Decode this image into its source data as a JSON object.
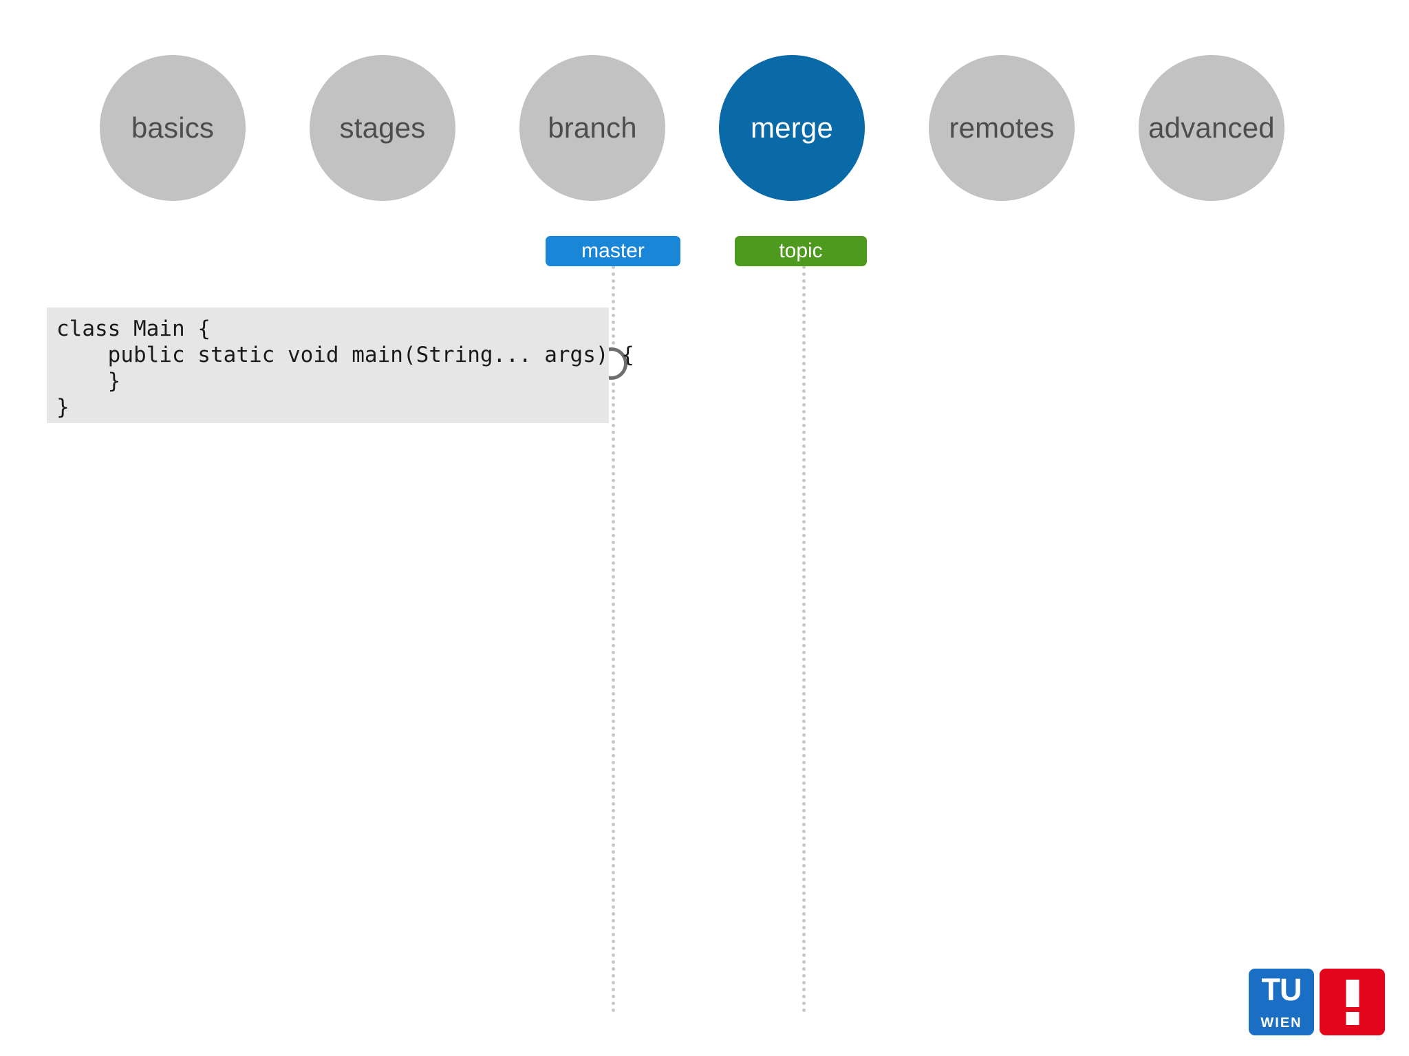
{
  "slide": {
    "topic_title": "merge",
    "background_color": "#ffffff"
  },
  "nav": {
    "active_color": "#0a6aa8",
    "inactive_color": "#c2c2c2",
    "items": [
      {
        "label": "basics",
        "active": false
      },
      {
        "label": "stages",
        "active": false
      },
      {
        "label": "branch",
        "active": false
      },
      {
        "label": "merge",
        "active": true
      },
      {
        "label": "remotes",
        "active": false
      },
      {
        "label": "advanced",
        "active": false
      }
    ]
  },
  "branches": [
    {
      "name": "master",
      "color": "#1a86d8"
    },
    {
      "name": "topic",
      "color": "#4e9a1e"
    }
  ],
  "commits": [
    {
      "branch": "master",
      "style": "open-circle",
      "stroke_color": "#6e6e6e"
    }
  ],
  "code_block": {
    "background_color": "#e6e6e6",
    "lines": [
      "class Main {",
      "    public static void main(String... args) {",
      "    }",
      "}"
    ]
  },
  "logo": {
    "tu_text": "TU",
    "wien_text": "WIEN",
    "exclamation": "!",
    "blue": "#1a6fc4",
    "red": "#e3051b"
  }
}
